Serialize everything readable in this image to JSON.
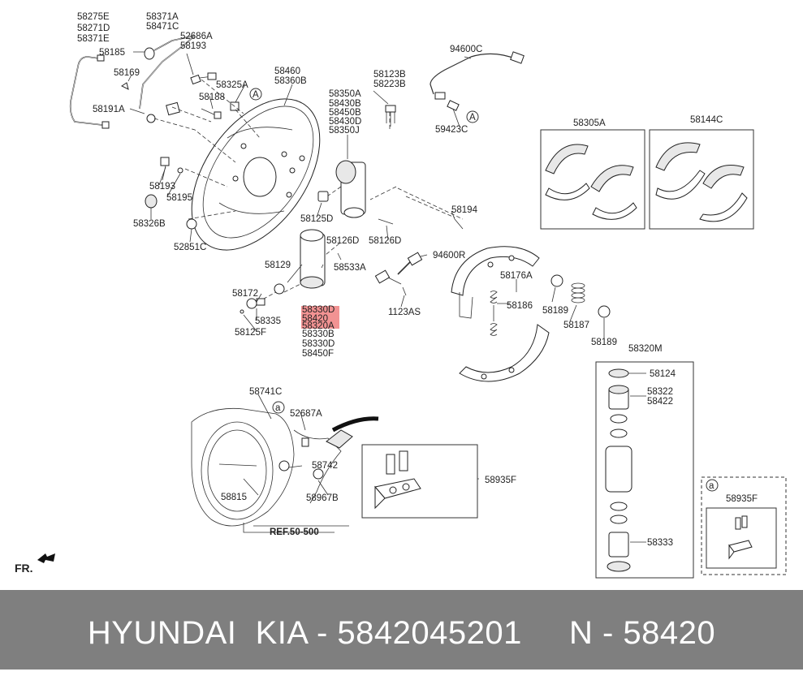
{
  "labels": {
    "l1": "58275E",
    "l2": "58271D",
    "l3": "58371E",
    "l4": "58371A",
    "l5": "58471C",
    "l6": "52686A",
    "l7": "58193",
    "l8": "58185",
    "l9": "58169",
    "l10": "58191A",
    "l11": "58325A",
    "l12": "58188",
    "l13": "58460",
    "l14": "58360B",
    "l15": "58123B",
    "l16": "58223B",
    "l17": "94600C",
    "l18": "59423C",
    "l19": "58350A",
    "l20": "58430B",
    "l21": "58450B",
    "l22": "58430D",
    "l23": "58350J",
    "l24": "58193",
    "l25": "58195",
    "l26": "58326B",
    "l27": "58125D",
    "l28": "58194",
    "l29": "58126D",
    "l30": "58126D",
    "l31": "52851C",
    "l32": "58129",
    "l33": "58533A",
    "l34": "94600R",
    "l35": "58172",
    "l36": "58335",
    "l37": "58125F",
    "l38": "58330D",
    "l39": "58420",
    "l40": "58320A",
    "l41": "58330B",
    "l42": "58330D",
    "l43": "58450F",
    "l44": "1123AS",
    "l45": "58305A",
    "l46": "58144C",
    "l47": "58176A",
    "l48": "58186",
    "l49": "58189",
    "l50": "58187",
    "l51": "58189",
    "l52": "58320M",
    "l53": "58124",
    "l54": "58322",
    "l55": "58422",
    "l56": "58333",
    "l57": "58741C",
    "l58": "52687A",
    "l59": "58742",
    "l60": "58815",
    "l61": "58967B",
    "l62": "58935F",
    "l63": "58935F",
    "l64": "REF.50-500",
    "l65": "FR.",
    "refA1": "A",
    "refA2": "A",
    "refa1": "a",
    "refa2": "a"
  },
  "footer": {
    "text": "HYUNDAI  KIA - 5842045201     N - 58420"
  },
  "highlight_color": "#f08080"
}
